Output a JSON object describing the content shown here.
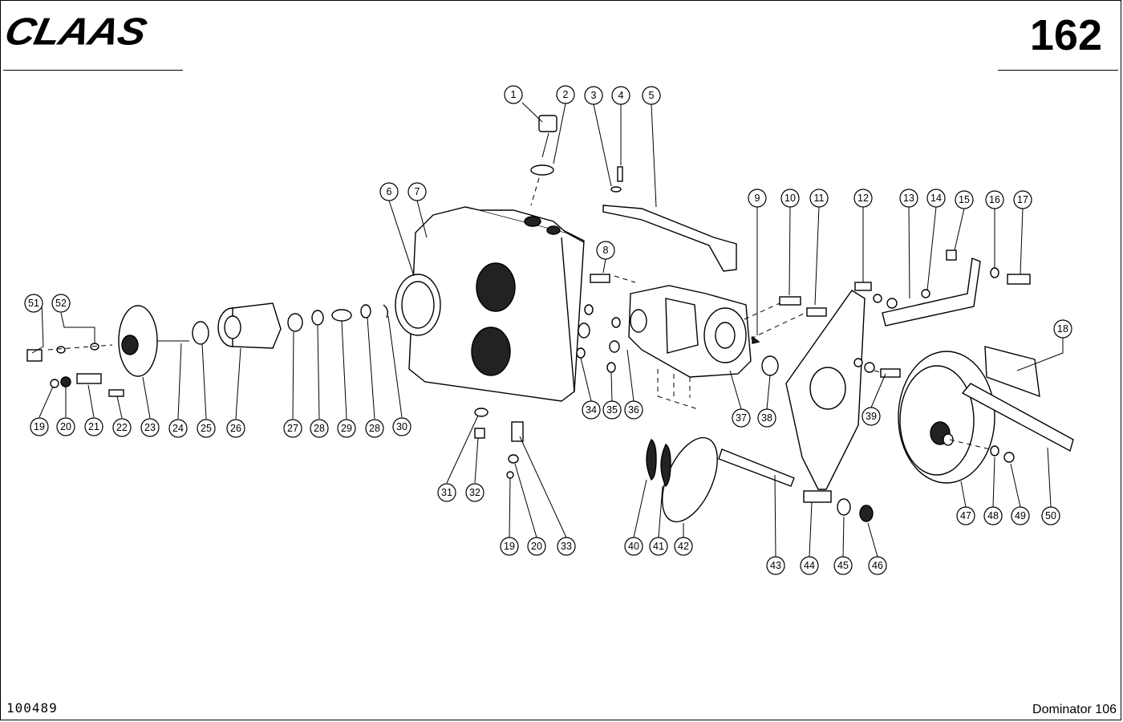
{
  "header": {
    "brand": "CLAAS",
    "page_number": "162"
  },
  "footer": {
    "document_id": "100489",
    "model": "Dominator 106"
  },
  "callouts": [
    {
      "id": "c1",
      "label": "1"
    },
    {
      "id": "c2",
      "label": "2"
    },
    {
      "id": "c3",
      "label": "3"
    },
    {
      "id": "c4",
      "label": "4"
    },
    {
      "id": "c5",
      "label": "5"
    },
    {
      "id": "c6",
      "label": "6"
    },
    {
      "id": "c7",
      "label": "7"
    },
    {
      "id": "c8",
      "label": "8"
    },
    {
      "id": "c9",
      "label": "9"
    },
    {
      "id": "c10",
      "label": "10"
    },
    {
      "id": "c11",
      "label": "11"
    },
    {
      "id": "c12",
      "label": "12"
    },
    {
      "id": "c13",
      "label": "13"
    },
    {
      "id": "c14",
      "label": "14"
    },
    {
      "id": "c15",
      "label": "15"
    },
    {
      "id": "c16",
      "label": "16"
    },
    {
      "id": "c17",
      "label": "17"
    },
    {
      "id": "c18",
      "label": "18"
    },
    {
      "id": "c19a",
      "label": "19"
    },
    {
      "id": "c19b",
      "label": "19"
    },
    {
      "id": "c20a",
      "label": "20"
    },
    {
      "id": "c20b",
      "label": "20"
    },
    {
      "id": "c21",
      "label": "21"
    },
    {
      "id": "c22",
      "label": "22"
    },
    {
      "id": "c23",
      "label": "23"
    },
    {
      "id": "c24",
      "label": "24"
    },
    {
      "id": "c25",
      "label": "25"
    },
    {
      "id": "c26",
      "label": "26"
    },
    {
      "id": "c27",
      "label": "27"
    },
    {
      "id": "c28a",
      "label": "28"
    },
    {
      "id": "c28b",
      "label": "28"
    },
    {
      "id": "c29",
      "label": "29"
    },
    {
      "id": "c30",
      "label": "30"
    },
    {
      "id": "c31",
      "label": "31"
    },
    {
      "id": "c32",
      "label": "32"
    },
    {
      "id": "c33",
      "label": "33"
    },
    {
      "id": "c34",
      "label": "34"
    },
    {
      "id": "c35",
      "label": "35"
    },
    {
      "id": "c36",
      "label": "36"
    },
    {
      "id": "c37",
      "label": "37"
    },
    {
      "id": "c38",
      "label": "38"
    },
    {
      "id": "c39",
      "label": "39"
    },
    {
      "id": "c40",
      "label": "40"
    },
    {
      "id": "c41",
      "label": "41"
    },
    {
      "id": "c42",
      "label": "42"
    },
    {
      "id": "c43",
      "label": "43"
    },
    {
      "id": "c44",
      "label": "44"
    },
    {
      "id": "c45",
      "label": "45"
    },
    {
      "id": "c46",
      "label": "46"
    },
    {
      "id": "c47",
      "label": "47"
    },
    {
      "id": "c48",
      "label": "48"
    },
    {
      "id": "c49",
      "label": "49"
    },
    {
      "id": "c50",
      "label": "50"
    },
    {
      "id": "c51",
      "label": "51"
    },
    {
      "id": "c52",
      "label": "52"
    }
  ]
}
